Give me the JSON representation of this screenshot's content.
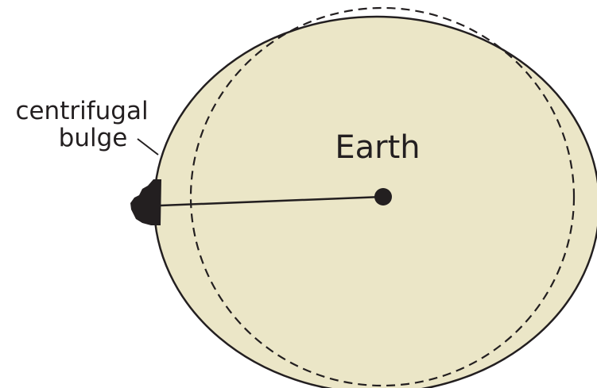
{
  "labels": {
    "body": "Earth",
    "feature_line1": "centrifugal",
    "feature_line2": "bulge"
  },
  "colors": {
    "earth_fill": "#ebe6c7",
    "stroke": "#231f20",
    "background": "#ffffff"
  }
}
